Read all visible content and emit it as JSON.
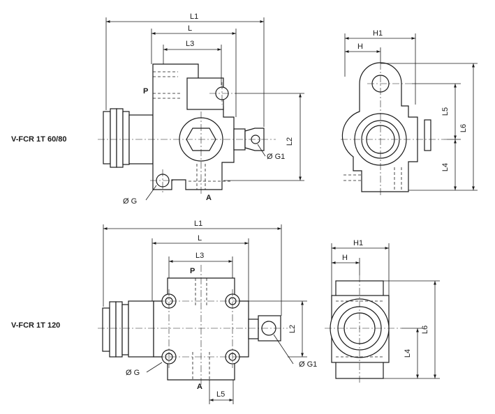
{
  "models": [
    {
      "name": "V-FCR 1T 60/80",
      "front_dims": [
        "L1",
        "L",
        "L3",
        "L2"
      ],
      "ports": [
        "P",
        "A"
      ],
      "holes": [
        "Ø G",
        "Ø G1"
      ],
      "side_dims": [
        "H1",
        "H",
        "L5",
        "L4",
        "L6"
      ]
    },
    {
      "name": "V-FCR 1T 120",
      "front_dims": [
        "L1",
        "L",
        "L3",
        "L2",
        "L5"
      ],
      "ports": [
        "P",
        "A"
      ],
      "holes": [
        "Ø G",
        "Ø G1"
      ],
      "side_dims": [
        "H1",
        "H",
        "L4",
        "L6"
      ]
    }
  ],
  "colors": {
    "line": "#1a1a1a",
    "background": "#ffffff"
  }
}
